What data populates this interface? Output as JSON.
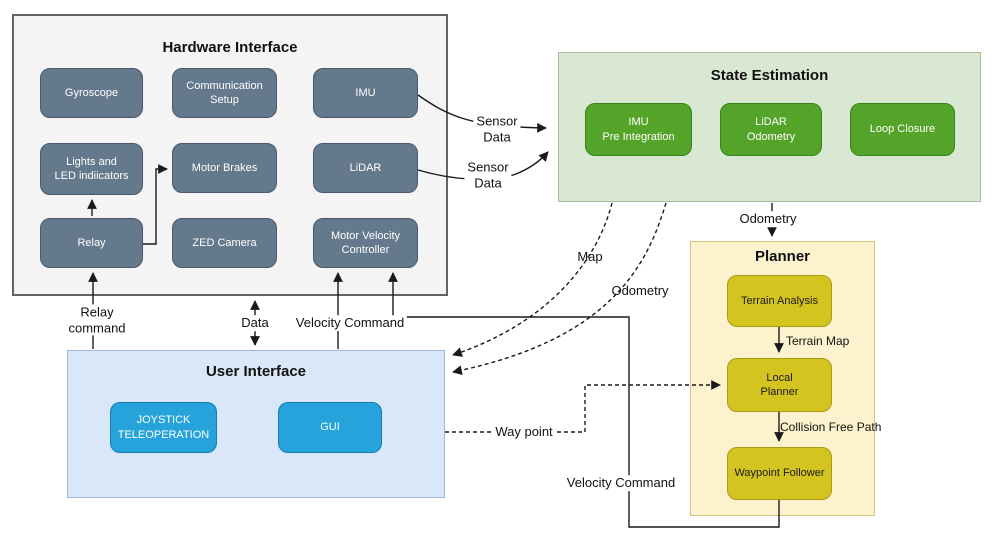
{
  "groups": {
    "hardware_interface": {
      "title": "Hardware Interface",
      "nodes": {
        "gyroscope": "Gyroscope",
        "communication_setup": "Communication\nSetup",
        "imu": "IMU",
        "lights_led": "Lights and\nLED indiicators",
        "motor_brakes": "Motor Brakes",
        "lidar": "LiDAR",
        "relay": "Relay",
        "zed_camera": "ZED Camera",
        "motor_velocity_controller": "Motor Velocity\nController"
      }
    },
    "state_estimation": {
      "title": "State Estimation",
      "nodes": {
        "imu_pre_integration": "IMU\nPre Integration",
        "lidar_odometry": "LiDAR\nOdometry",
        "loop_closure": "Loop Closure"
      }
    },
    "planner": {
      "title": "Planner",
      "nodes": {
        "terrain_analysis": "Terrain Analysis",
        "local_planner": "Local\nPlanner",
        "waypoint_follower": "Waypoint Follower"
      }
    },
    "user_interface": {
      "title": "User Interface",
      "nodes": {
        "joystick_teleoperation": "JOYSTICK\nTELEOPERATION",
        "gui": "GUI"
      }
    }
  },
  "edges": {
    "relay_to_lights": {
      "label": "",
      "from": "Relay",
      "to": "Lights and LED indiicators",
      "style": "solid"
    },
    "relay_to_motor_brakes": {
      "label": "",
      "from": "Relay",
      "to": "Motor Brakes",
      "style": "solid"
    },
    "relay_command": {
      "label": "Relay\ncommand",
      "from": "User Interface",
      "to": "Relay",
      "style": "solid"
    },
    "data": {
      "label": "Data",
      "from": "Hardware Interface",
      "to": "User Interface",
      "style": "solid-bidirectional"
    },
    "velocity_command_ui": {
      "label": "Velocity Command",
      "from": "User Interface",
      "to": "Motor Velocity Controller",
      "style": "solid"
    },
    "sensor_data_imu": {
      "label": "Sensor\nData",
      "from": "IMU",
      "to": "State Estimation",
      "style": "solid"
    },
    "sensor_data_lidar": {
      "label": "Sensor\nData",
      "from": "LiDAR",
      "to": "State Estimation",
      "style": "solid"
    },
    "odometry_to_planner": {
      "label": "Odometry",
      "from": "State Estimation",
      "to": "Planner",
      "style": "solid"
    },
    "map_to_ui": {
      "label": "Map",
      "from": "State Estimation",
      "to": "User Interface",
      "style": "dashed"
    },
    "odometry_to_ui": {
      "label": "Odometry",
      "from": "State Estimation",
      "to": "User Interface",
      "style": "dashed"
    },
    "way_point": {
      "label": "Way point",
      "from": "User Interface",
      "to": "Local Planner",
      "style": "dashed"
    },
    "terrain_map": {
      "label": "Terrain Map",
      "from": "Terrain Analysis",
      "to": "Local Planner",
      "style": "solid"
    },
    "collision_free_path": {
      "label": "Collision Free Path",
      "from": "Local Planner",
      "to": "Waypoint Follower",
      "style": "solid"
    },
    "velocity_command_planner": {
      "label": "Velocity Command",
      "from": "Waypoint Follower",
      "to": "Motor Velocity Controller",
      "style": "solid"
    }
  },
  "colors": {
    "hardware_node": "#64798c",
    "state_estimation_node": "#55a42a",
    "planner_node": "#d3c41f",
    "user_interface_node": "#26a3da",
    "hardware_bg": "#f4f4f4",
    "state_estimation_bg": "#d9e8d2",
    "planner_bg": "#fcf2cd",
    "user_interface_bg": "#d9e7f8",
    "edge": "#1a1a1a"
  }
}
